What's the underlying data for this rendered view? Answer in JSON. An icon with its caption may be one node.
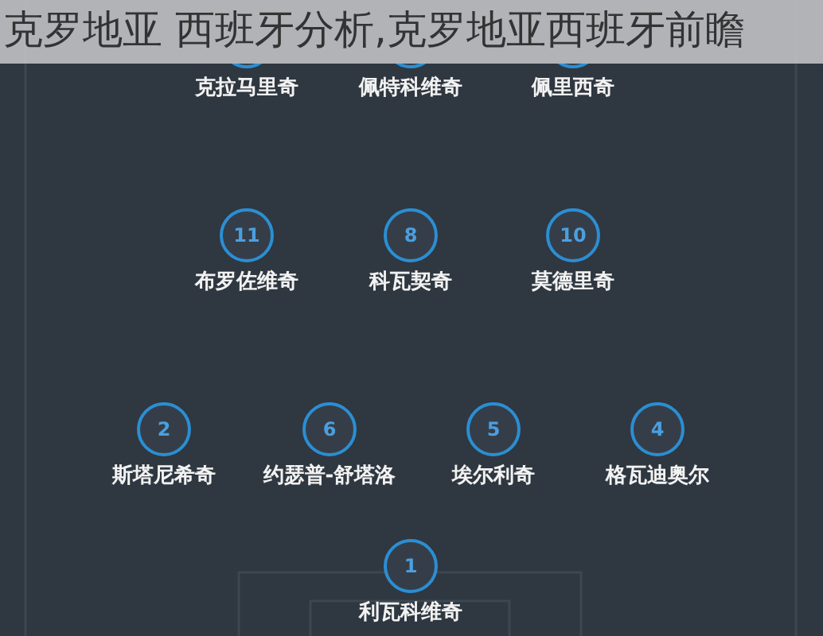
{
  "diagram": {
    "title": "克罗地亚 西班牙分析,克罗地亚西班牙前瞻",
    "nodes": [
      {
        "text": [],
        "shape": "circle",
        "beside": [
          "克拉马里奇"
        ]
      },
      {
        "text": [],
        "shape": "circle",
        "beside": [
          "佩特科维奇"
        ]
      },
      {
        "text": [],
        "shape": "circle",
        "beside": [
          "佩里西奇"
        ]
      },
      {
        "text": [
          "11"
        ],
        "beside": [
          "布罗佐维奇"
        ]
      },
      {
        "text": [
          "8"
        ],
        "beside": [
          "科瓦契奇"
        ]
      },
      {
        "text": [
          "10"
        ],
        "beside": [
          "莫德里奇"
        ]
      },
      {
        "text": [
          "2"
        ],
        "beside": [
          "斯塔尼希奇"
        ]
      },
      {
        "text": [
          "6"
        ],
        "beside": [
          "约瑟普-舒塔洛"
        ]
      },
      {
        "text": [
          "5"
        ],
        "beside": [
          "埃尔利奇"
        ]
      },
      {
        "text": [
          "4"
        ],
        "beside": [
          "格瓦迪奥尔"
        ]
      },
      {
        "text": [
          "1"
        ],
        "beside": [
          "利瓦科维奇"
        ]
      }
    ]
  }
}
